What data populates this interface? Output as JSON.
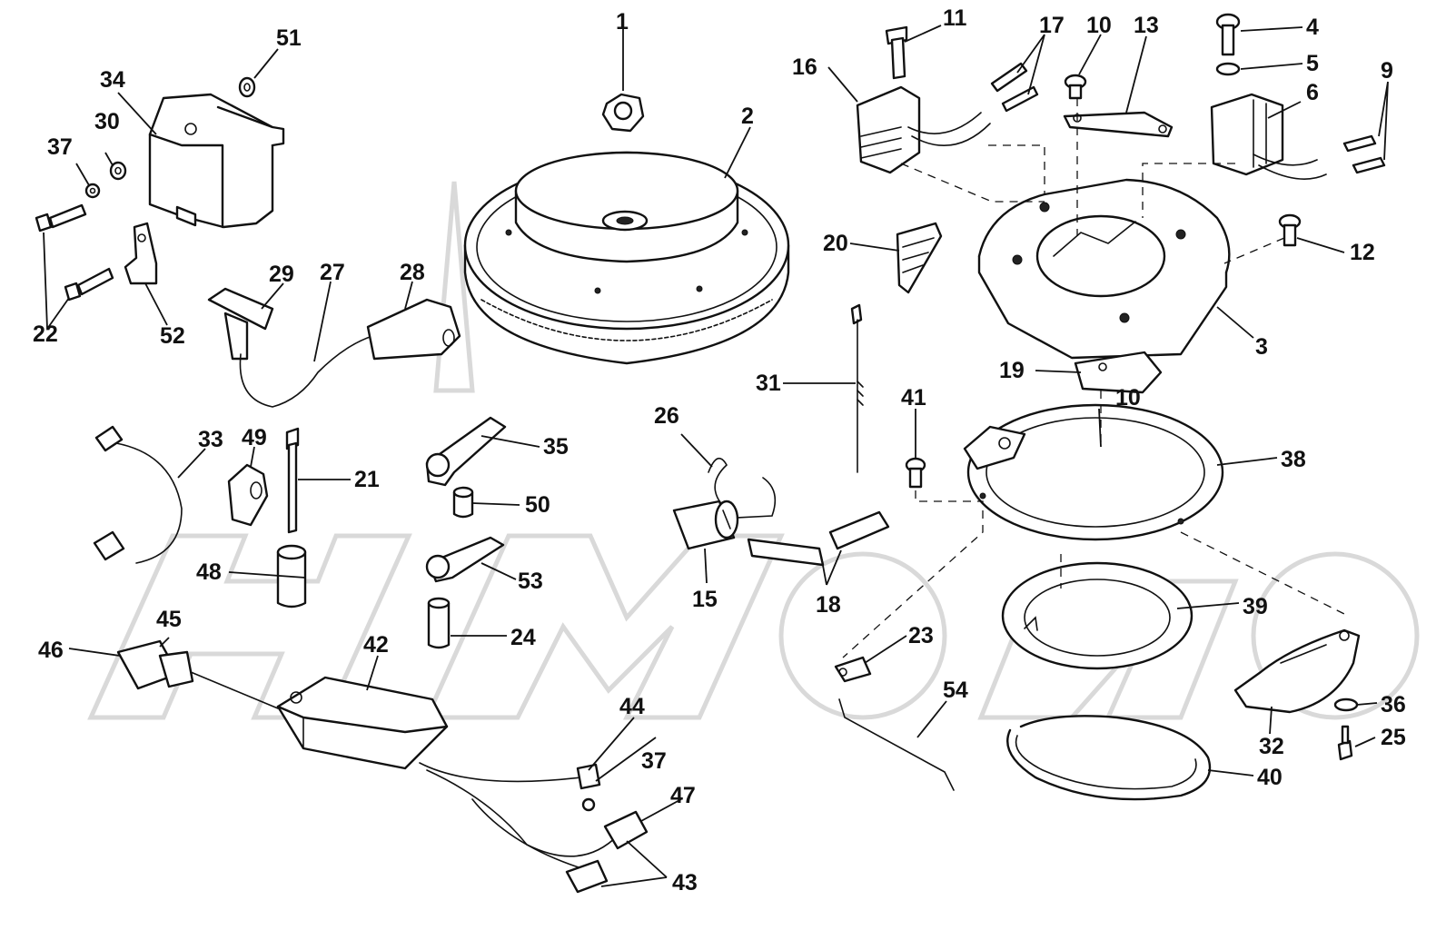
{
  "callouts": [
    {
      "id": "1",
      "label": "1"
    },
    {
      "id": "2",
      "label": "2"
    },
    {
      "id": "3",
      "label": "3"
    },
    {
      "id": "4",
      "label": "4"
    },
    {
      "id": "5",
      "label": "5"
    },
    {
      "id": "6",
      "label": "6"
    },
    {
      "id": "9",
      "label": "9"
    },
    {
      "id": "10a",
      "label": "10"
    },
    {
      "id": "10b",
      "label": "10"
    },
    {
      "id": "11",
      "label": "11"
    },
    {
      "id": "12",
      "label": "12"
    },
    {
      "id": "13",
      "label": "13"
    },
    {
      "id": "15",
      "label": "15"
    },
    {
      "id": "16",
      "label": "16"
    },
    {
      "id": "17",
      "label": "17"
    },
    {
      "id": "18",
      "label": "18"
    },
    {
      "id": "19",
      "label": "19"
    },
    {
      "id": "20",
      "label": "20"
    },
    {
      "id": "21",
      "label": "21"
    },
    {
      "id": "22",
      "label": "22"
    },
    {
      "id": "23",
      "label": "23"
    },
    {
      "id": "24",
      "label": "24"
    },
    {
      "id": "25",
      "label": "25"
    },
    {
      "id": "26",
      "label": "26"
    },
    {
      "id": "27",
      "label": "27"
    },
    {
      "id": "28",
      "label": "28"
    },
    {
      "id": "29",
      "label": "29"
    },
    {
      "id": "30",
      "label": "30"
    },
    {
      "id": "31",
      "label": "31"
    },
    {
      "id": "32",
      "label": "32"
    },
    {
      "id": "33",
      "label": "33"
    },
    {
      "id": "34",
      "label": "34"
    },
    {
      "id": "35",
      "label": "35"
    },
    {
      "id": "36",
      "label": "36"
    },
    {
      "id": "37a",
      "label": "37"
    },
    {
      "id": "37b",
      "label": "37"
    },
    {
      "id": "38",
      "label": "38"
    },
    {
      "id": "39",
      "label": "39"
    },
    {
      "id": "40",
      "label": "40"
    },
    {
      "id": "41",
      "label": "41"
    },
    {
      "id": "42",
      "label": "42"
    },
    {
      "id": "43",
      "label": "43"
    },
    {
      "id": "44",
      "label": "44"
    },
    {
      "id": "45",
      "label": "45"
    },
    {
      "id": "46",
      "label": "46"
    },
    {
      "id": "47",
      "label": "47"
    },
    {
      "id": "48",
      "label": "48"
    },
    {
      "id": "49",
      "label": "49"
    },
    {
      "id": "50",
      "label": "50"
    },
    {
      "id": "51",
      "label": "51"
    },
    {
      "id": "52",
      "label": "52"
    },
    {
      "id": "53",
      "label": "53"
    },
    {
      "id": "54",
      "label": "54"
    }
  ],
  "colors": {
    "line": "#111111",
    "background": "#ffffff",
    "watermark": "#d9d9d9"
  }
}
